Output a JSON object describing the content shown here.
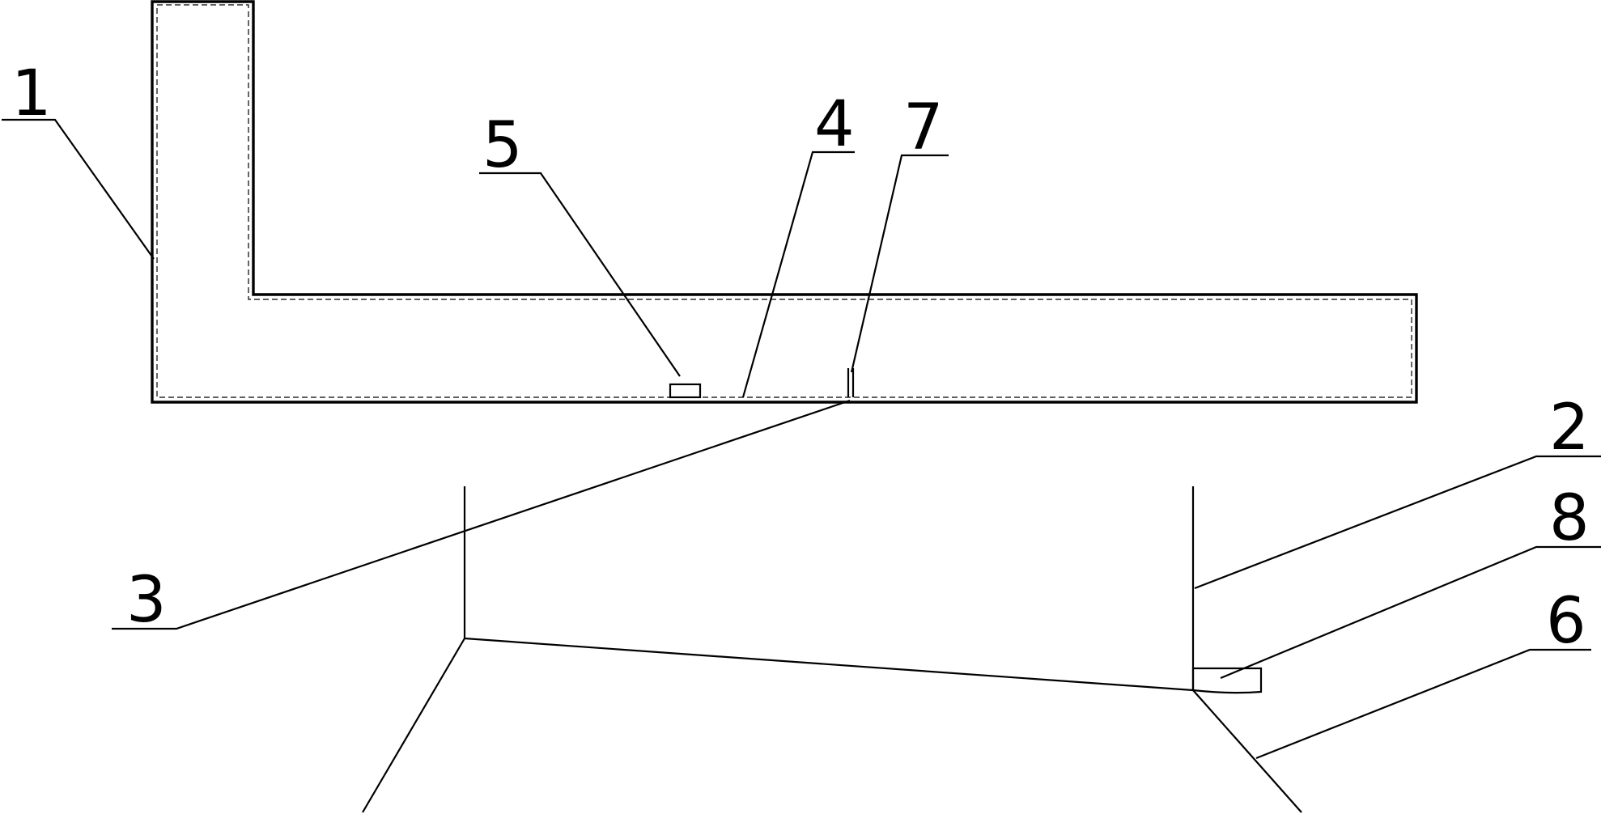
{
  "labels": {
    "l1": "1",
    "l2": "2",
    "l3": "3",
    "l4": "4",
    "l5": "5",
    "l6": "6",
    "l7": "7",
    "l8": "8"
  },
  "colors": {
    "ink": "#000000",
    "background": "#ffffff"
  }
}
